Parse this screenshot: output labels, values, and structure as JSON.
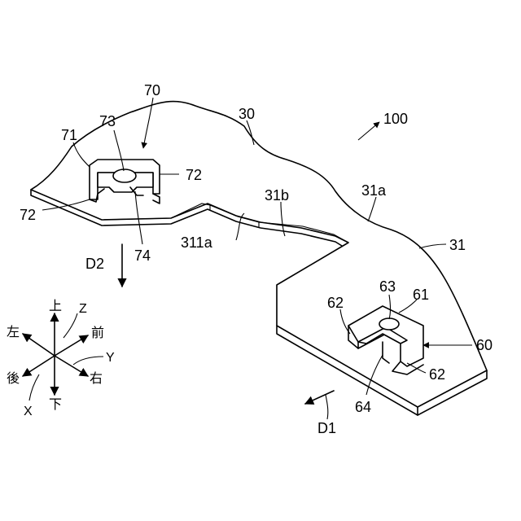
{
  "figure": {
    "labels": {
      "assembly": "100",
      "plate": "30",
      "surface": "31a",
      "edge": "31",
      "recess": "31b",
      "recess_edge": "311a",
      "clip_front": "60",
      "clip_front_body": "61",
      "clip_front_leg_left": "62",
      "clip_front_leg_right": "62",
      "clip_front_hole": "63",
      "clip_front_foot": "64",
      "clip_rear": "70",
      "clip_rear_body": "71",
      "clip_rear_leg_left": "72",
      "clip_rear_leg_right": "72",
      "clip_rear_hole": "73",
      "clip_rear_foot": "74",
      "direction_1": "D1",
      "direction_2": "D2"
    },
    "axes": {
      "up": "上",
      "down": "下",
      "left": "左",
      "right": "右",
      "front": "前",
      "back": "後",
      "x": "X",
      "y": "Y",
      "z": "Z"
    }
  }
}
